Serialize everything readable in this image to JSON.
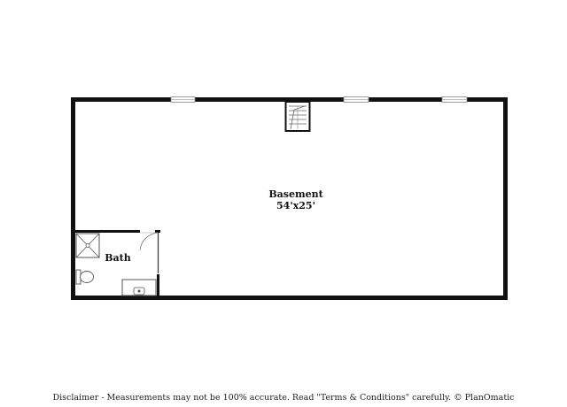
{
  "plan": {
    "rooms": [
      {
        "id": "basement",
        "name": "Basement",
        "dimensions": "54'x25'"
      },
      {
        "id": "bath",
        "name": "Bath"
      }
    ],
    "windows": 3,
    "stairs": 1
  },
  "footer": {
    "disclaimer": "Disclaimer - Measurements may not be 100% accurate. Read \"Terms & Conditions\" carefully. © PlanOmatic"
  },
  "colors": {
    "wall": "#111111",
    "window": "#bfbfbf",
    "fixture": "#555555",
    "background": "#ffffff"
  }
}
